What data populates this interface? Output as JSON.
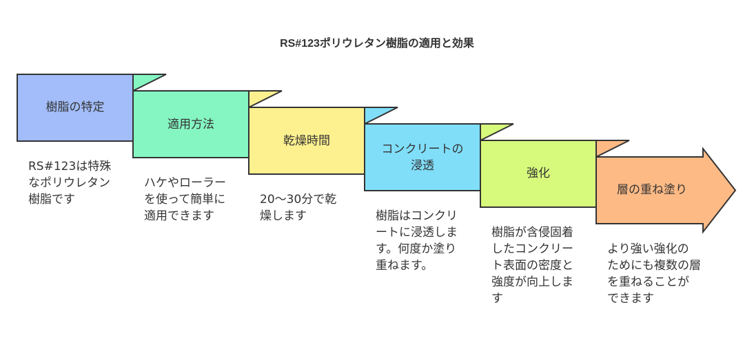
{
  "title": "RS#123ポリウレタン樹脂の適用と効果",
  "steps": [
    {
      "label": "樹脂の特定",
      "color": "#a2bdf9",
      "description": "RS#123は特殊\nなポリウレタン\n樹脂です"
    },
    {
      "label": "適用方法",
      "color": "#85f6c2",
      "description": "ハケやローラー\nを使って簡単に\n適用できます"
    },
    {
      "label": "乾燥時間",
      "color": "#fdf08f",
      "description": "20〜30分で乾\n燥します"
    },
    {
      "label": "コンクリートの\n浸透",
      "color": "#80def9",
      "description": "樹脂はコンクリ\nートに浸透しま\nす。何度か塗り\n重ねます。"
    },
    {
      "label": "強化",
      "color": "#d7f97c",
      "description": "樹脂が含侵固着\nしたコンクリー\nト表面の密度と\n強度が向上しま\nす"
    },
    {
      "label": "層の重ね塗り",
      "color": "#feba85",
      "description": "より強い強化の\nためにも複数の層\nを重ねることが\nできます"
    }
  ],
  "stroke_color": "#333333"
}
